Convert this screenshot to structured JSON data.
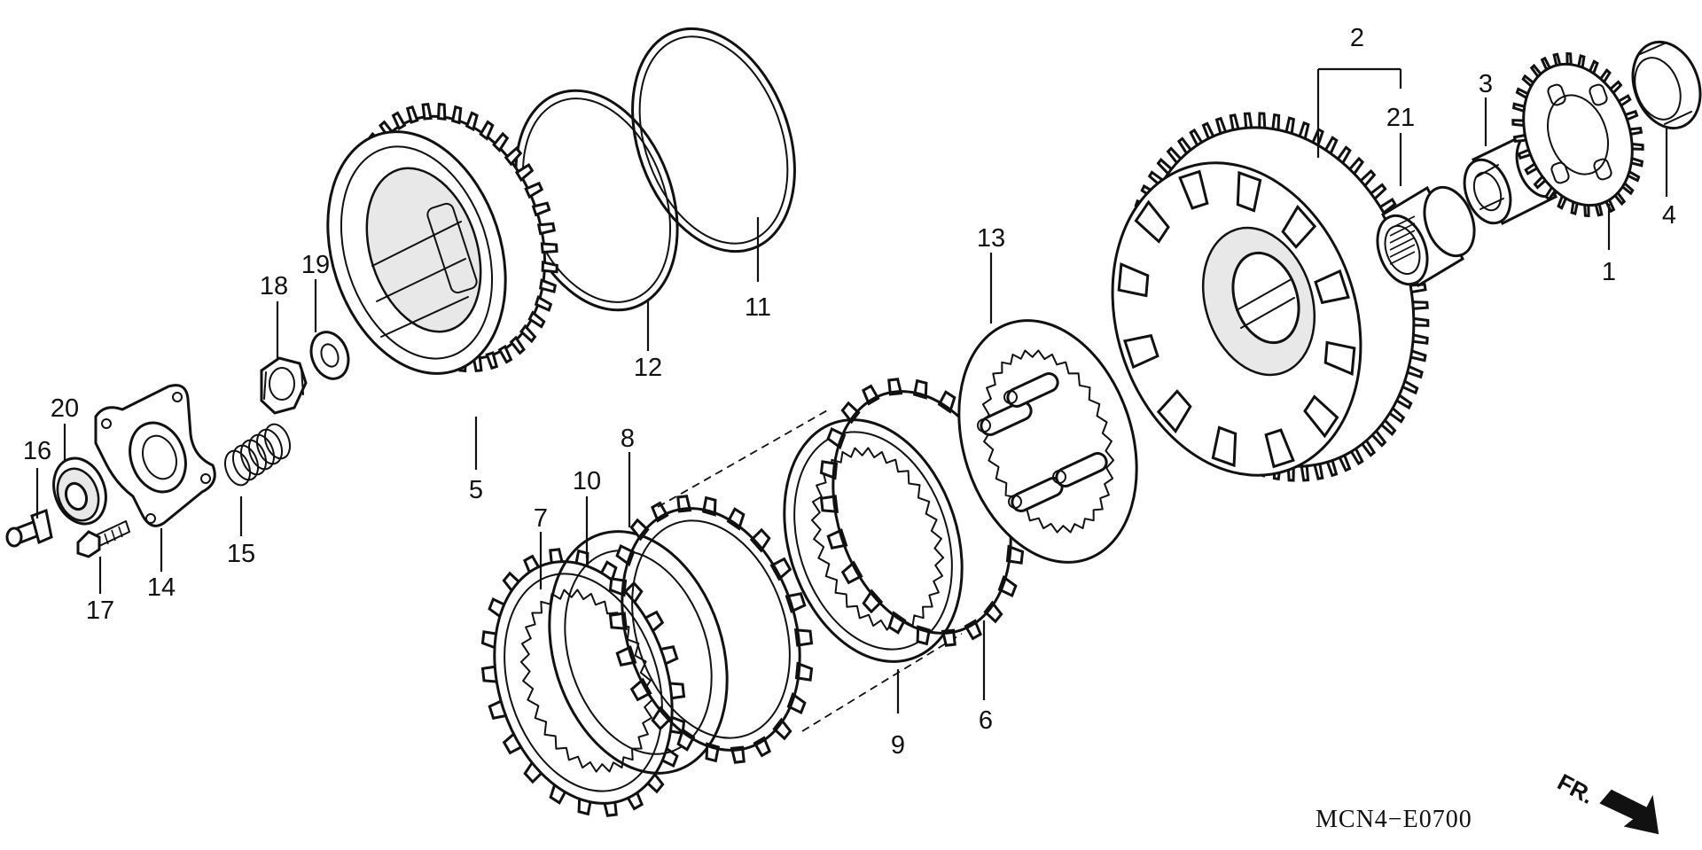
{
  "diagram": {
    "code": "MCN4−E0700",
    "direction_label": "FR.",
    "direction_icon": "arrow-right-down-icon",
    "callouts": {
      "c1": "1",
      "c2": "2",
      "c3": "3",
      "c4": "4",
      "c5": "5",
      "c6": "6",
      "c7": "7",
      "c8": "8",
      "c9": "9",
      "c10": "10",
      "c11": "11",
      "c12": "12",
      "c13": "13",
      "c14": "14",
      "c15": "15",
      "c16": "16",
      "c17": "17",
      "c18": "18",
      "c19": "19",
      "c20": "20",
      "c21": "21"
    }
  }
}
